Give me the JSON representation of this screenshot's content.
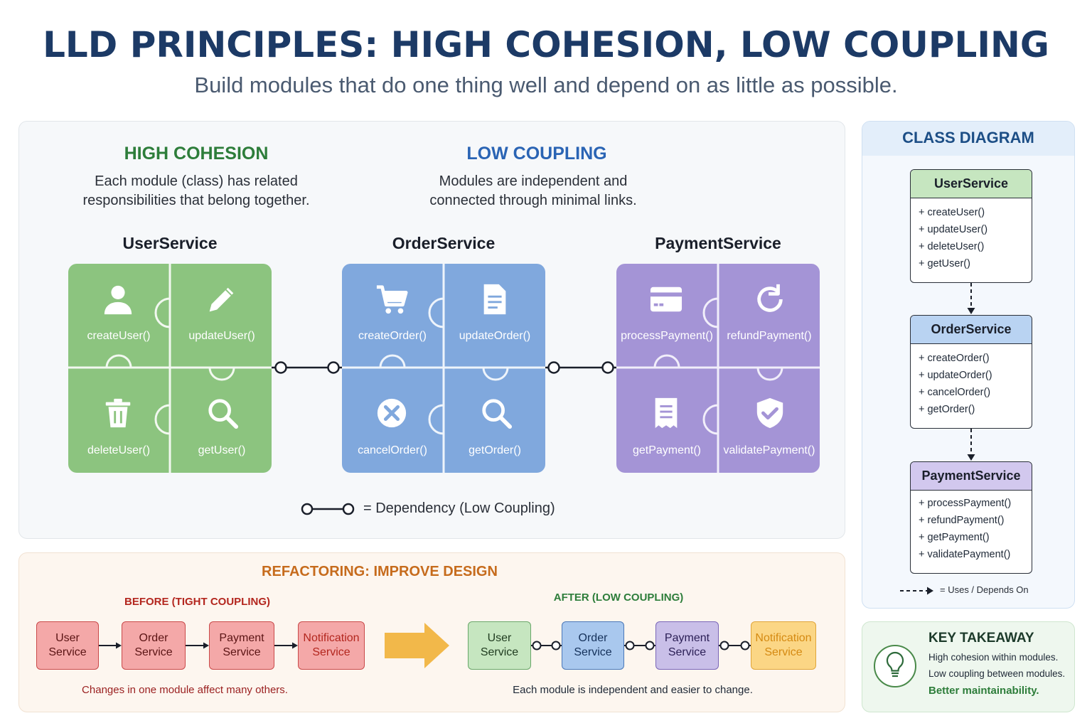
{
  "header": {
    "title": "LLD PRINCIPLES: HIGH COHESION, LOW COUPLING",
    "subtitle": "Build modules that do one thing well and depend on as little as possible."
  },
  "cohesion": {
    "title": "HIGH COHESION",
    "desc_line1": "Each module (class) has related",
    "desc_line2": "responsibilities that belong together."
  },
  "coupling": {
    "title": "LOW COUPLING",
    "desc_line1": "Modules are independent and",
    "desc_line2": "connected through minimal links."
  },
  "services": [
    {
      "name": "UserService",
      "color": "#8cc47f",
      "pieces": [
        {
          "label": "createUser()",
          "icon": "user-icon"
        },
        {
          "label": "updateUser()",
          "icon": "pencil-icon"
        },
        {
          "label": "deleteUser()",
          "icon": "trash-icon"
        },
        {
          "label": "getUser()",
          "icon": "search-icon"
        }
      ]
    },
    {
      "name": "OrderService",
      "color": "#80a8dd",
      "pieces": [
        {
          "label": "createOrder()",
          "icon": "cart-icon"
        },
        {
          "label": "updateOrder()",
          "icon": "document-icon"
        },
        {
          "label": "cancelOrder()",
          "icon": "cancel-icon"
        },
        {
          "label": "getOrder()",
          "icon": "search-icon"
        }
      ]
    },
    {
      "name": "PaymentService",
      "color": "#a494d6",
      "pieces": [
        {
          "label": "processPayment()",
          "icon": "card-icon"
        },
        {
          "label": "refundPayment()",
          "icon": "refresh-icon"
        },
        {
          "label": "getPayment()",
          "icon": "receipt-icon"
        },
        {
          "label": "validatePayment()",
          "icon": "shield-check-icon"
        }
      ]
    }
  ],
  "dependency_legend": "= Dependency (Low Coupling)",
  "refactoring": {
    "title": "REFACTORING: IMPROVE DESIGN",
    "before_title": "BEFORE (TIGHT COUPLING)",
    "after_title": "AFTER (LOW COUPLING)",
    "before_note": "Changes in one module affect many others.",
    "after_note": "Each module is independent and easier to change.",
    "before_boxes": [
      {
        "line1": "User",
        "line2": "Service"
      },
      {
        "line1": "Order",
        "line2": "Service"
      },
      {
        "line1": "Payment",
        "line2": "Service"
      },
      {
        "line1": "Notification",
        "line2": "Service"
      }
    ],
    "after_boxes": [
      {
        "line1": "User",
        "line2": "Service"
      },
      {
        "line1": "Order",
        "line2": "Service"
      },
      {
        "line1": "Payment",
        "line2": "Service"
      },
      {
        "line1": "Notification",
        "line2": "Service"
      }
    ]
  },
  "class_diagram": {
    "title": "CLASS DIAGRAM",
    "classes": [
      {
        "name": "UserService",
        "head_color": "#c6e6c0",
        "methods": [
          "+ createUser()",
          "+ updateUser()",
          "+ deleteUser()",
          "+ getUser()"
        ]
      },
      {
        "name": "OrderService",
        "head_color": "#b9d3f2",
        "methods": [
          "+ createOrder()",
          "+ updateOrder()",
          "+ cancelOrder()",
          "+ getOrder()"
        ]
      },
      {
        "name": "PaymentService",
        "head_color": "#d2c8ee",
        "methods": [
          "+ processPayment()",
          "+ refundPayment()",
          "+ getPayment()",
          "+ validatePayment()"
        ]
      }
    ],
    "legend": "= Uses / Depends On"
  },
  "takeaway": {
    "title": "KEY TAKEAWAY",
    "line1": "High cohesion within modules.",
    "line2": "Low coupling between modules.",
    "line3": "Better maintainability."
  }
}
